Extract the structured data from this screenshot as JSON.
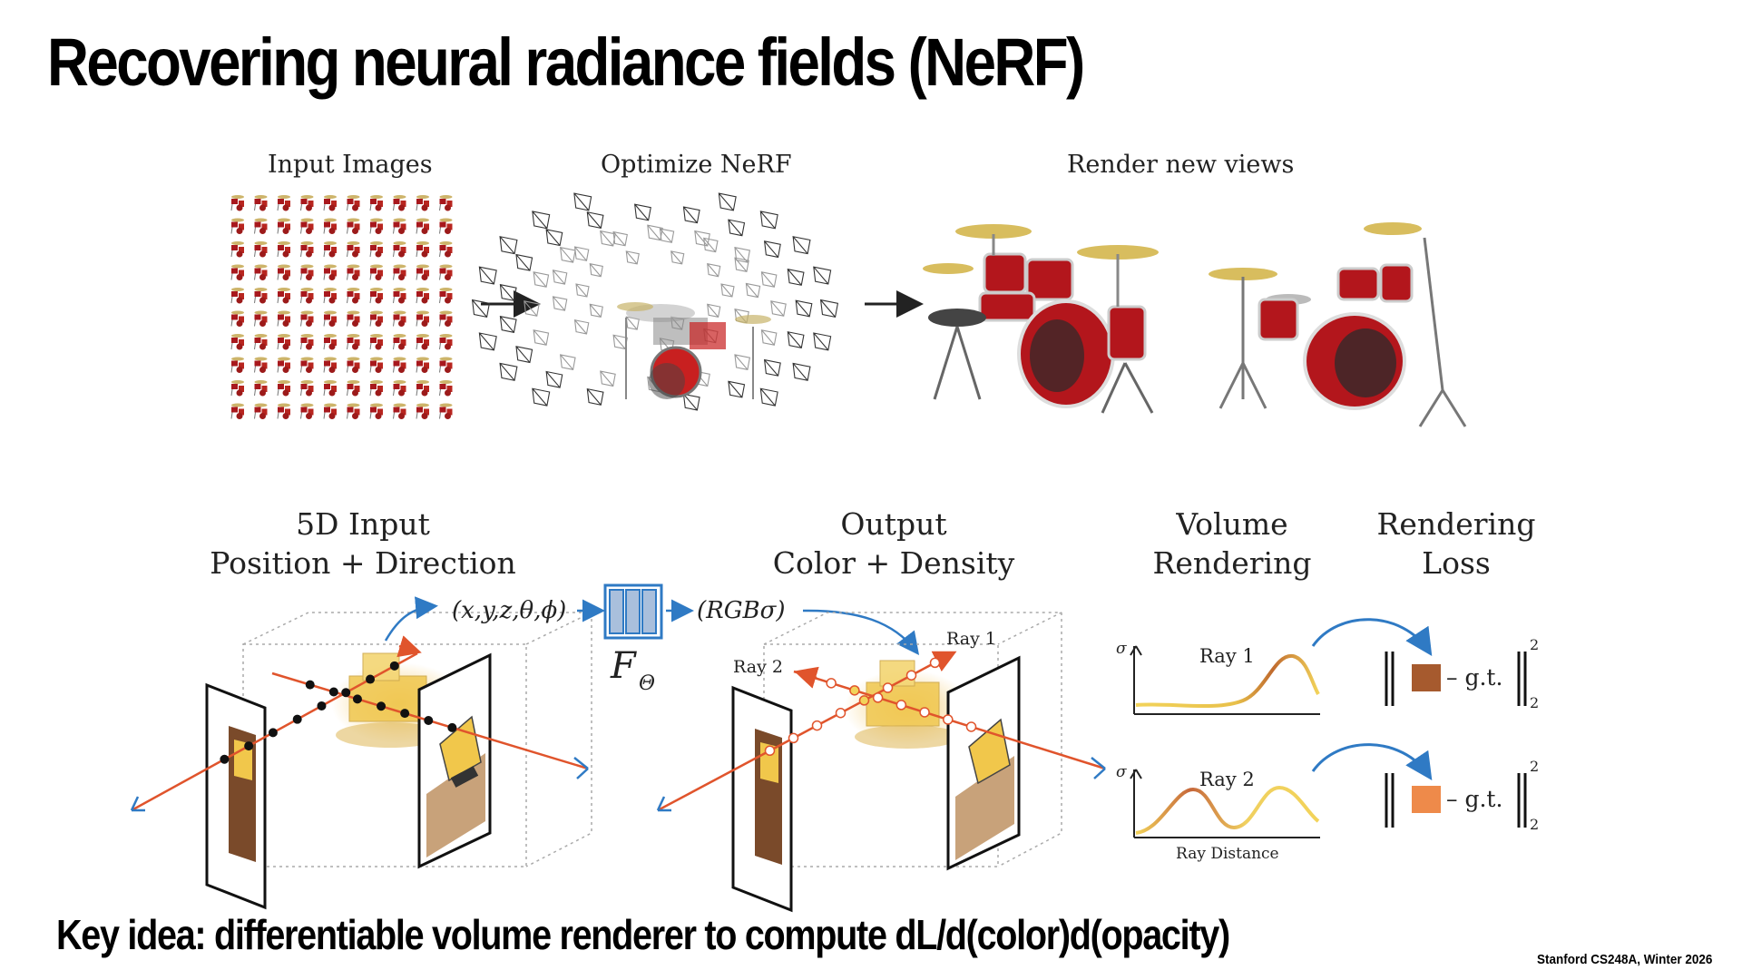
{
  "slide": {
    "title": "Recovering neural radiance fields (NeRF)",
    "key_idea": "Key idea: differentiable volume renderer to compute dL/d(color)d(opacity)",
    "footer": "Stanford CS248A, Winter 2026"
  },
  "top_row": {
    "input_images_label": "Input Images",
    "optimize_label": "Optimize NeRF",
    "render_label": "Render new views"
  },
  "pipeline": {
    "input_line1": "5D Input",
    "input_line2": "Position + Direction",
    "output_line1": "Output",
    "output_line2": "Color + Density",
    "volume_line1": "Volume",
    "volume_line2": "Rendering",
    "loss_line1": "Rendering",
    "loss_line2": "Loss",
    "input_tuple": "(x,y,z,θ,ϕ)",
    "output_tuple": "(RGBσ)",
    "network_label": "F",
    "network_subscript": "Θ",
    "ray1_label": "Ray 1",
    "ray2_label": "Ray 2",
    "sigma_label": "σ",
    "ray_distance_label": "Ray Distance",
    "gt_label": "– g.t.",
    "norm_superscript": "2",
    "norm_subscript": "2"
  },
  "colors": {
    "ray_red": "#e0542c",
    "arrow_blue": "#2f7ac4",
    "network_blue": "#a9bfdc",
    "drum_red": "#b3161c",
    "loss_swatch_1": "#a65a2e",
    "loss_swatch_2": "#ee8a4a"
  }
}
